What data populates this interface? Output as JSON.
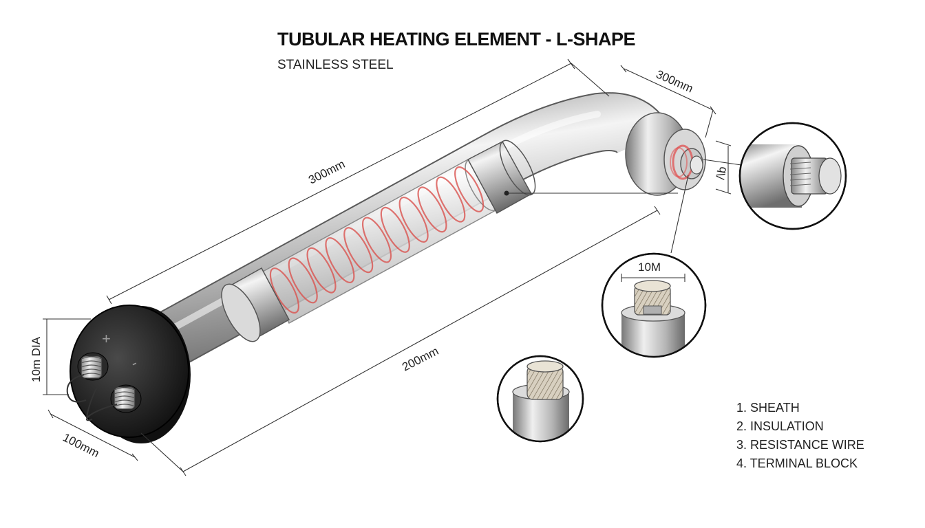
{
  "title": "TUBULAR HEATING ELEMENT - L-SHAPE",
  "subtitle": "STAINLESS STEEL",
  "dimensions": {
    "long_length": "300mm",
    "bend_length": "300mm",
    "lower_length": "200mm",
    "flange_width": "100mm",
    "flange_diameter": "10m DIA",
    "tip_detail": "10M",
    "tip_small": "/\\b"
  },
  "terminals": {
    "positive": "+",
    "negative": "-"
  },
  "legend": [
    "1. SHEATH",
    "2. INSULATION",
    "3. RESISTANCE WIRE",
    "4. TERMINAL BLOCK"
  ],
  "colors": {
    "steel_light": "#f2f2f2",
    "steel_mid": "#b9b9b9",
    "steel_dark": "#7a7a7a",
    "flange": "#1a1a1a",
    "coil": "#d9534f",
    "line": "#333333"
  }
}
